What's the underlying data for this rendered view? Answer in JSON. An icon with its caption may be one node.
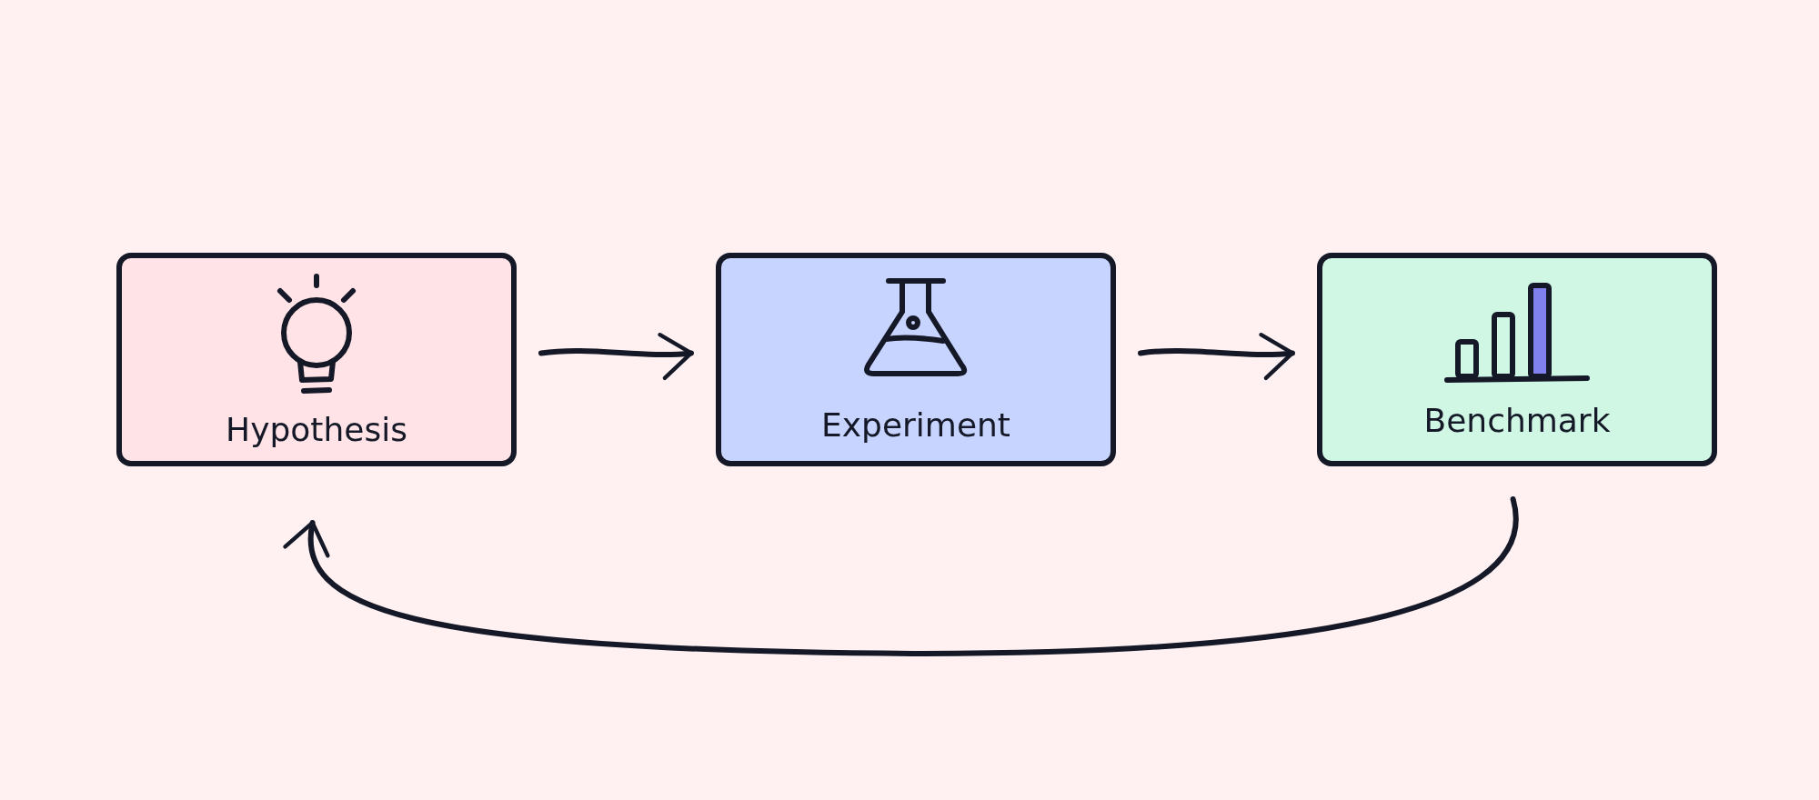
{
  "diagram": {
    "nodes": [
      {
        "text": [
          "Hypothesis"
        ]
      },
      {
        "text": [
          "Experiment"
        ]
      },
      {
        "text": [
          "Benchmark"
        ]
      }
    ],
    "edges": [
      {
        "from": 0,
        "to": 1,
        "arrow": "to"
      },
      {
        "from": 1,
        "to": 2,
        "arrow": "to"
      },
      {
        "from": 2,
        "to": 0,
        "arrow": "to"
      }
    ]
  }
}
